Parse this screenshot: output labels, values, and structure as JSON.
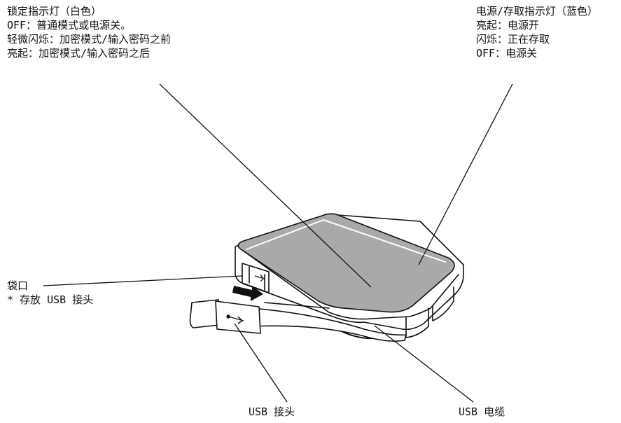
{
  "lock_indicator": {
    "title": "锁定指示灯（白色）",
    "line1": "OFF：普通模式或电源关。",
    "line2": "轻微闪烁：加密模式/输入密码之前",
    "line3": "亮起：加密模式/输入密码之后"
  },
  "power_indicator": {
    "title": "电源/存取指示灯（蓝色）",
    "line1": "亮起：电源开",
    "line2": "闪烁：正在存取",
    "line3": "OFF：电源关"
  },
  "pocket": {
    "title": "袋口",
    "note": "* 存放 USB 接头"
  },
  "usb_connector": {
    "label": "USB 接头"
  },
  "usb_cable": {
    "label": "USB 电缆"
  },
  "colors": {
    "device_top": "#a9a9a9",
    "device_body": "#ffffff",
    "outline": "#111111"
  },
  "icons": [
    "usb-symbol-icon",
    "insert-arrow-icon"
  ]
}
